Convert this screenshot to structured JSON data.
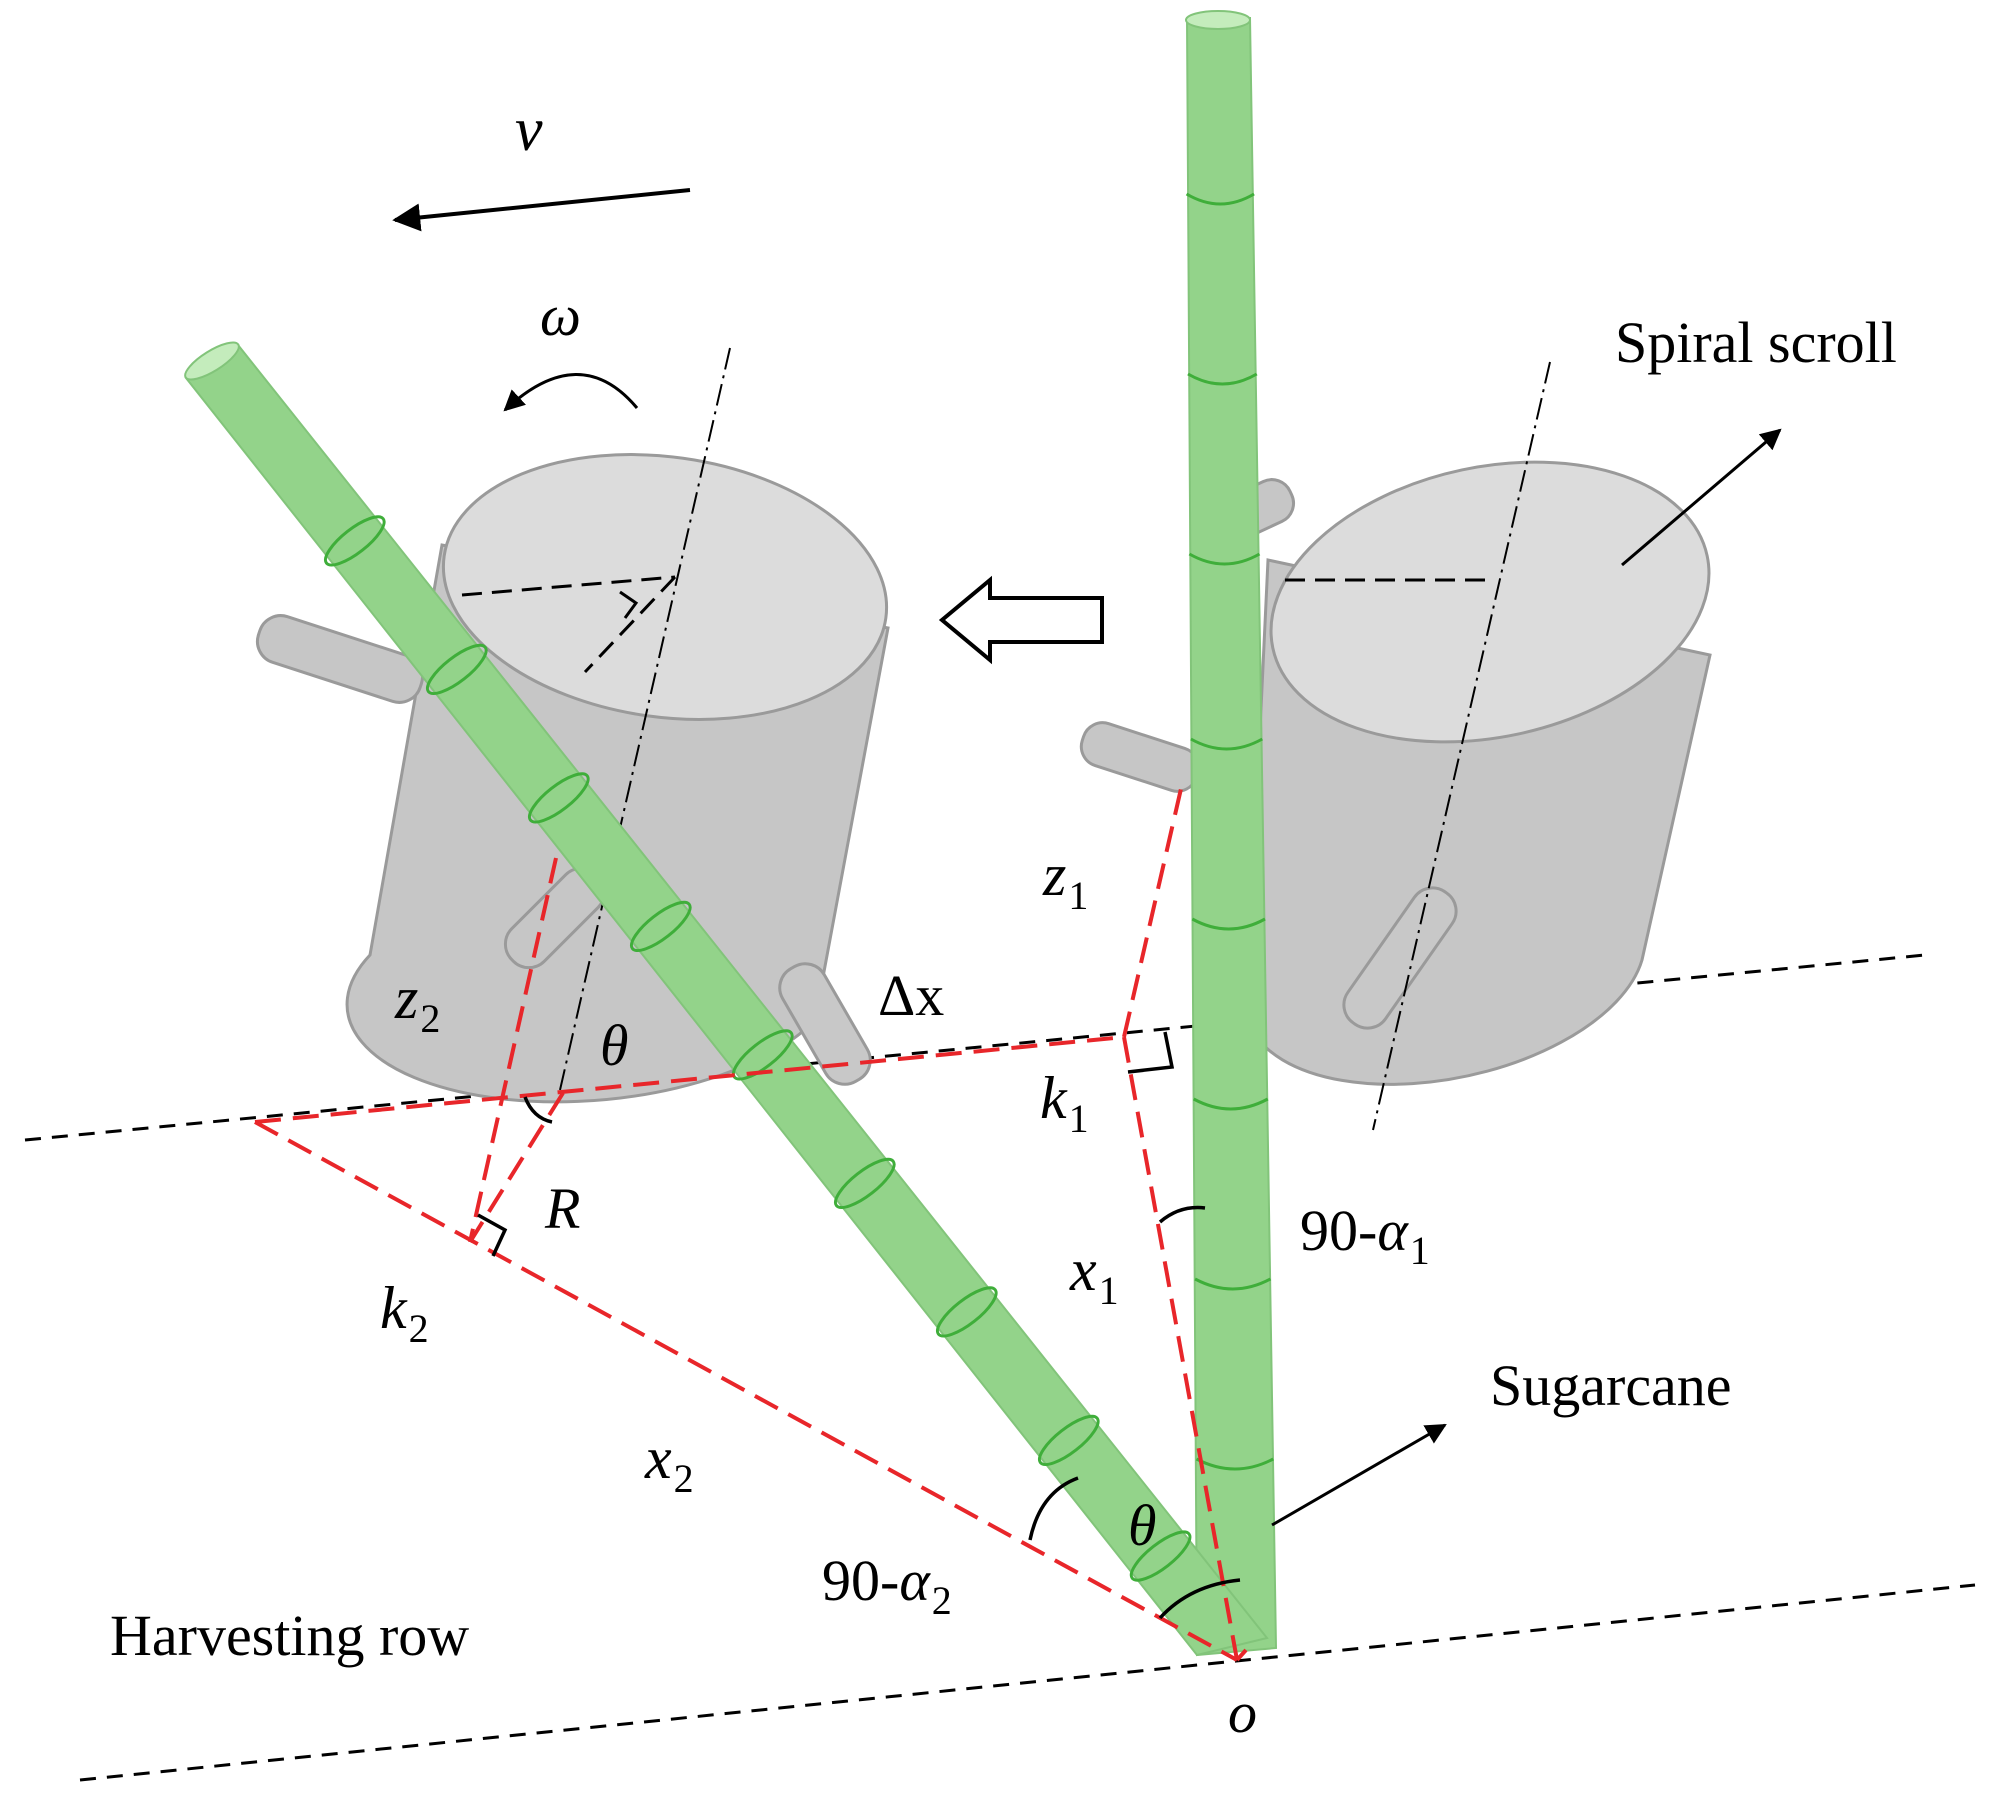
{
  "labels": {
    "velocity": "v",
    "angular_velocity": "ω",
    "spiral_scroll": "Spiral scroll",
    "sugarcane": "Sugarcane",
    "harvesting_row": "Harvesting row",
    "origin": "o",
    "delta_x": "Δx",
    "theta_top": "θ",
    "theta_bottom": "θ",
    "radius": "R",
    "z1": {
      "main": "z",
      "sub": "1"
    },
    "z2": {
      "main": "z",
      "sub": "2"
    },
    "k1": {
      "main": "k",
      "sub": "1"
    },
    "k2": {
      "main": "k",
      "sub": "2"
    },
    "x1": {
      "main": "x",
      "sub": "1"
    },
    "x2": {
      "main": "x",
      "sub": "2"
    },
    "angle1": {
      "prefix": "90-",
      "main": "α",
      "sub": "1"
    },
    "angle2": {
      "prefix": "90-",
      "main": "α",
      "sub": "2"
    }
  },
  "colors": {
    "cane_fill": "#93d38a",
    "cane_ring": "#3fae3a",
    "cane_top": "#c4ecbc",
    "scroll_body": "#c6c6c6",
    "scroll_top": "#dcdcdc",
    "scroll_edge": "#9a9a9a",
    "red_dash": "#e8262a",
    "black": "#000000"
  }
}
